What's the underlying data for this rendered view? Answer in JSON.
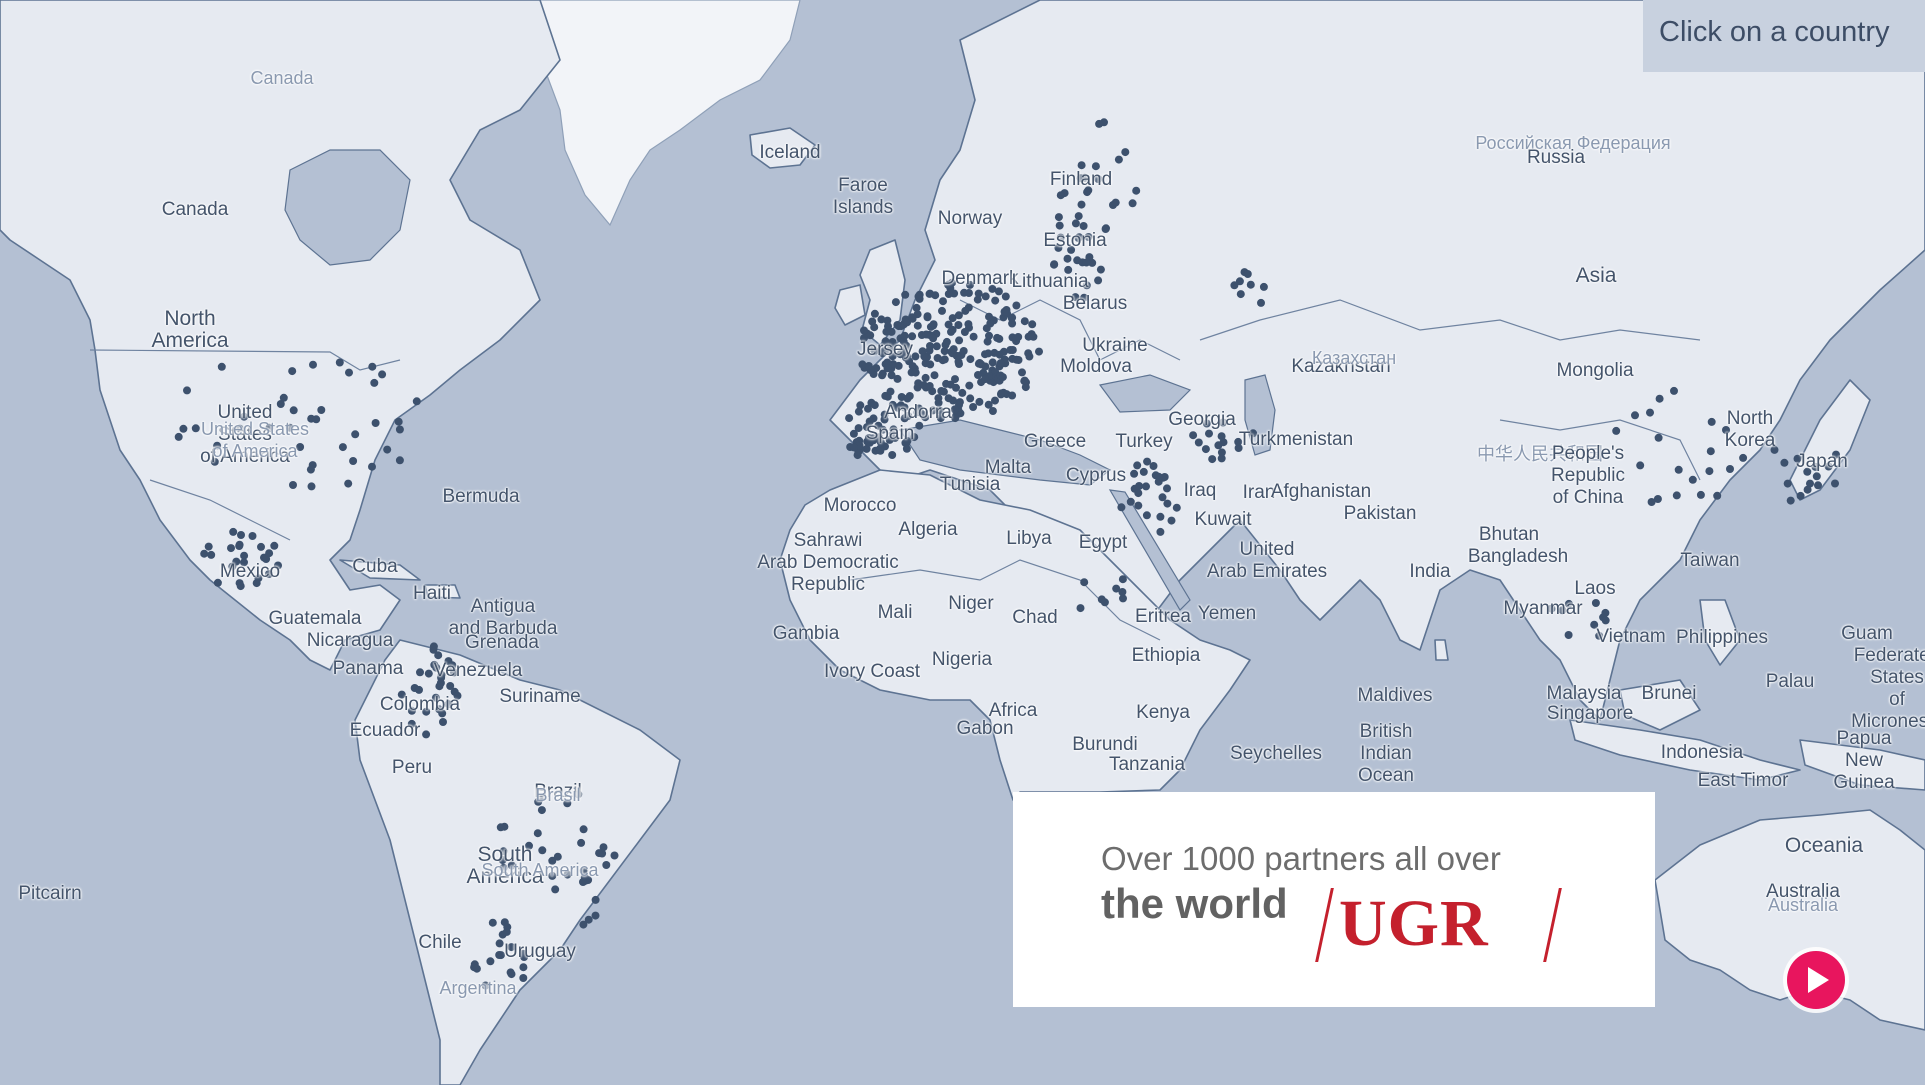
{
  "hint": "Click on a country",
  "promo": {
    "line1": "Over 1000 partners all over",
    "line2": "the world",
    "logo": "UGR"
  },
  "colors": {
    "ocean": "#b4c0d3",
    "land": "#e6eaf1",
    "partner_dot": "#3d516d",
    "brand_red": "#c4202d",
    "play_pink": "#e8155e"
  },
  "icons": {
    "play": "play-icon"
  },
  "labels": [
    "Canada",
    "North\nAmerica",
    "United\nStates\nof America",
    "United States\nof America",
    "Mexico",
    "Cuba",
    "Haiti",
    "Antigua\nand Barbuda",
    "Grenada",
    "Guatemala",
    "Nicaragua",
    "Panama",
    "Venezuela",
    "Suriname",
    "Colombia",
    "Ecuador",
    "Peru",
    "Brazil",
    "South\nAmerica",
    "Chile",
    "Uruguay",
    "Argentina",
    "Bermuda",
    "Pitcairn",
    "Canada",
    "Iceland",
    "Faroe\nIslands",
    "Norway",
    "Finland",
    "Estonia",
    "Denmark",
    "Lithuania",
    "Belarus",
    "Ukraine",
    "Moldova",
    "Andorra",
    "Spain",
    "Malta",
    "Greece",
    "Turkey",
    "Cyprus",
    "Georgia",
    "Turkmenistan",
    "Iran",
    "Iraq",
    "Kuwait",
    "Afghanistan",
    "Pakistan",
    "United\nArab Emirates",
    "Yemen",
    "Eritrea",
    "Ethiopia",
    "Kenya",
    "Burundi",
    "Tanzania",
    "Seychelles",
    "Morocco",
    "Tunisia",
    "Algeria",
    "Libya",
    "Egypt",
    "Sahrawi\nArab Democratic\nRepublic",
    "Mali",
    "Niger",
    "Chad",
    "Gambia",
    "Nigeria",
    "Ivory Coast",
    "Gabon",
    "Africa",
    "Jersey",
    "Российская Федерация",
    "Russia",
    "Asia",
    "Kazakhstan",
    "Казахстан",
    "Mongolia",
    "North\nKorea",
    "Japan",
    "中华人民共和国",
    "People's\nRepublic\nof China",
    "Bhutan",
    "Bangladesh",
    "India",
    "Taiwan",
    "Myanmar",
    "Laos",
    "Vietnam",
    "Philippines",
    "Malaysia",
    "Brunei",
    "Singapore",
    "Indonesia",
    "East Timor",
    "Guam",
    "Palau",
    "Federated\nStates\nof Micronesia",
    "Papua\nNew Guinea",
    "Maldives",
    "British\nIndian\nOcean",
    "Oceania",
    "Australia",
    "Australia",
    "Brasil",
    "South America"
  ]
}
